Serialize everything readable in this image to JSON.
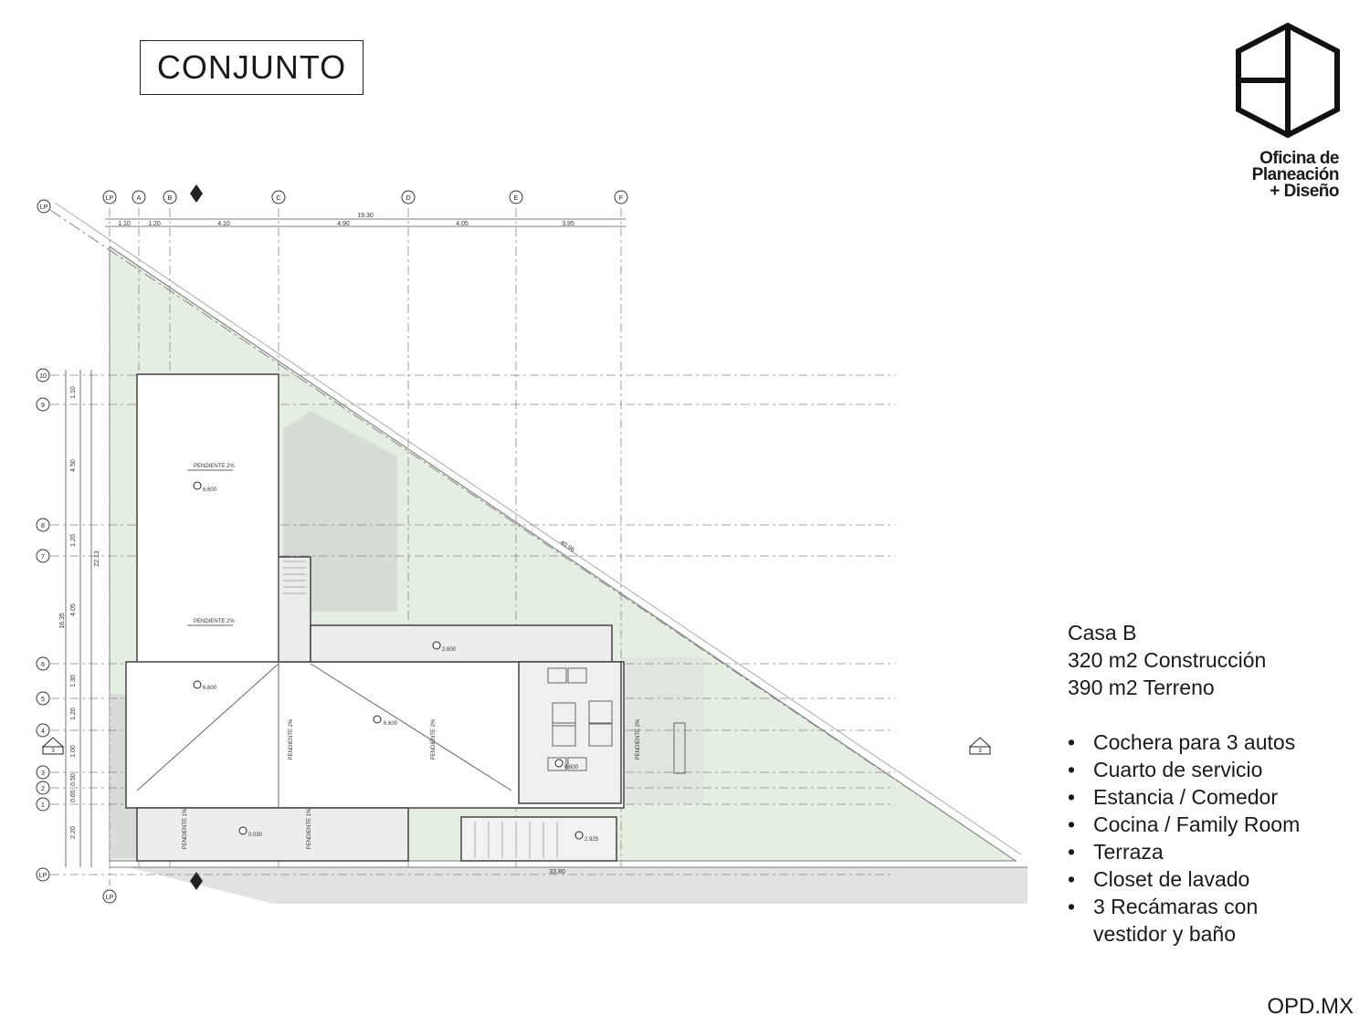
{
  "page_title": "CONJUNTO",
  "logo": {
    "lines": [
      "Oficina de",
      "Planeación",
      "+ Diseño"
    ],
    "icon": "hexagon-house-icon"
  },
  "info": {
    "name": "Casa B",
    "construction": "320 m2 Construcción",
    "land": "390 m2 Terreno",
    "features": [
      "Cochera para 3 autos",
      "Cuarto de servicio",
      "Estancia / Comedor",
      "Cocina / Family Room",
      "Terraza",
      "Closet de lavado",
      "3 Recámaras con",
      "vestidor y baño"
    ]
  },
  "footer": "OPD.MX",
  "plan": {
    "grid_columns": [
      "LP",
      "A",
      "B",
      "C",
      "D",
      "E",
      "F"
    ],
    "grid_rows": [
      "10",
      "9",
      "8",
      "7",
      "6",
      "5",
      "4",
      "3",
      "2",
      "1",
      "LP",
      "LP"
    ],
    "top_dims": [
      "1.10",
      "1.20",
      "4.10",
      "4.90",
      "4.05",
      "3.95"
    ],
    "top_total": "19.30",
    "bottom_total": "33.80",
    "diagonal": "40.96",
    "left_dims": [
      "1.10",
      "4.50",
      "1.20",
      "4.05",
      "1.30",
      "1.20",
      "1.00",
      "0.50",
      "0.65",
      "2.20"
    ],
    "left_total": "22.13",
    "left_subtotal": "16.35",
    "slope_labels": [
      "PENDIENTE 2%",
      "PENDIENTE 2%",
      "PENDIENTE 2%",
      "PENDIENTE 2%",
      "PENDIENTE 2%",
      "PENDIENTE 1%",
      "PENDIENTE 1%"
    ],
    "levels": [
      "6.600",
      "6.600",
      "2.600",
      "6.600",
      "0.030",
      "0.600",
      "2.925"
    ],
    "section_tag": "3"
  }
}
